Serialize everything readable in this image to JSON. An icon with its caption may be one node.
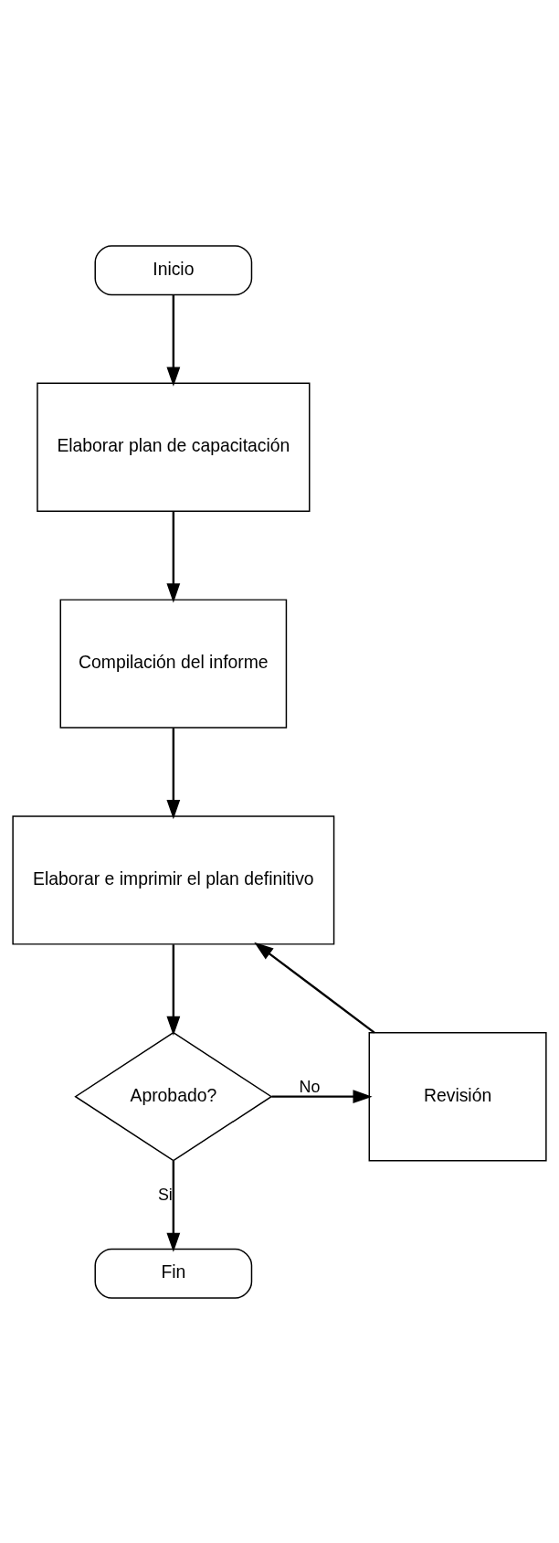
{
  "diagram": {
    "nodes": [
      {
        "text": [
          "Inicio"
        ]
      },
      {
        "text": [
          "Elaborar plan de capacitación"
        ]
      },
      {
        "text": [
          "Compilación del informe"
        ]
      },
      {
        "text": [
          "Elaborar e imprimir el plan definitivo"
        ]
      },
      {
        "text": [
          "Aprobado?"
        ]
      },
      {
        "text": [
          "Revisión"
        ]
      },
      {
        "text": [
          "Fin"
        ]
      }
    ],
    "edges": [
      {
        "from": 0,
        "to": 1,
        "arrow": "to"
      },
      {
        "from": 1,
        "to": 2,
        "arrow": "to"
      },
      {
        "from": 2,
        "to": 3,
        "arrow": "to"
      },
      {
        "from": 3,
        "to": 4,
        "arrow": "to"
      },
      {
        "from": 4,
        "to": 5,
        "arrow": "to",
        "label": "No"
      },
      {
        "from": 5,
        "to": 3,
        "arrow": "to"
      },
      {
        "from": 4,
        "to": 6,
        "arrow": "to",
        "label": "Si"
      }
    ]
  }
}
